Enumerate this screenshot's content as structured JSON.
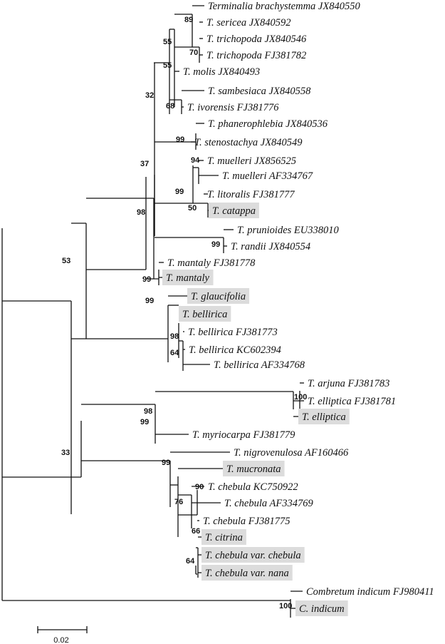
{
  "leaves": [
    {
      "name": "Terminalia brachystemma JX840550",
      "highlight": false
    },
    {
      "name": "T. sericea JX840592",
      "highlight": false
    },
    {
      "name": "T. trichopoda JX840546",
      "highlight": false
    },
    {
      "name": "T. trichopoda FJ381782",
      "highlight": false
    },
    {
      "name": "T. molis JX840493",
      "highlight": false
    },
    {
      "name": "T. sambesiaca JX840558",
      "highlight": false
    },
    {
      "name": "T. ivorensis FJ381776",
      "highlight": false
    },
    {
      "name": "T. phanerophlebia JX840536",
      "highlight": false
    },
    {
      "name": "T. stenostachya JX840549",
      "highlight": false
    },
    {
      "name": "T. muelleri JX856525",
      "highlight": false
    },
    {
      "name": "T. muelleri AF334767",
      "highlight": false
    },
    {
      "name": "T. litoralis FJ381777",
      "highlight": false
    },
    {
      "name": "T. catappa",
      "highlight": true
    },
    {
      "name": "T. prunioides EU338010",
      "highlight": false
    },
    {
      "name": "T. randii JX840554",
      "highlight": false
    },
    {
      "name": "T. mantaly FJ381778",
      "highlight": false
    },
    {
      "name": "T. mantaly",
      "highlight": true
    },
    {
      "name": "T. glaucifolia",
      "highlight": true
    },
    {
      "name": "T. bellirica",
      "highlight": true
    },
    {
      "name": "T. bellirica FJ381773",
      "highlight": false
    },
    {
      "name": "T. bellirica KC602394",
      "highlight": false
    },
    {
      "name": "T. bellirica AF334768",
      "highlight": false
    },
    {
      "name": "T. arjuna FJ381783",
      "highlight": false
    },
    {
      "name": "T. elliptica FJ381781",
      "highlight": false
    },
    {
      "name": "T. elliptica",
      "highlight": true
    },
    {
      "name": "T. myriocarpa FJ381779",
      "highlight": false
    },
    {
      "name": "T. nigrovenulosa AF160466",
      "highlight": false
    },
    {
      "name": "T. mucronata",
      "highlight": true
    },
    {
      "name": "T. chebula KC750922",
      "highlight": false
    },
    {
      "name": "T. chebula AF334769",
      "highlight": false
    },
    {
      "name": "T. chebula FJ381775",
      "highlight": false
    },
    {
      "name": "T. citrina",
      "highlight": true
    },
    {
      "name": "T. chebula  var.  chebula",
      "highlight": true
    },
    {
      "name": "T. chebula  var.  nana",
      "highlight": true
    },
    {
      "name": "Combretum indicum FJ980411",
      "highlight": false
    },
    {
      "name": "C. indicum",
      "highlight": true
    }
  ],
  "bootstrap": [
    "89",
    "70",
    "55",
    "55",
    "68",
    "32",
    "99",
    "94",
    "99",
    "50",
    "37",
    "99",
    "98",
    "99",
    "53",
    "99",
    "98",
    "64",
    "99",
    "100",
    "98",
    "33",
    "90",
    "99",
    "76",
    "66",
    "64",
    "100"
  ],
  "scale_bar": {
    "label": "0.02"
  }
}
